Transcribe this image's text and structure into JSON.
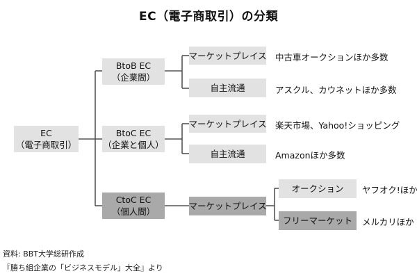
{
  "title": "EC（電子商取引）の分類",
  "root": {
    "line1": "EC",
    "line2": "（電子商取引）"
  },
  "categories": [
    {
      "line1": "BtoB EC",
      "line2": "（企業間）"
    },
    {
      "line1": "BtoC EC",
      "line2": "（企業と個人）"
    },
    {
      "line1": "CtoC EC",
      "line2": "（個人間）"
    }
  ],
  "channels": {
    "btob_marketplace": "マーケットプレイス",
    "btob_direct": "自主流通",
    "btoc_marketplace": "マーケットプレイス",
    "btoc_direct": "自主流通",
    "ctoc_marketplace": "マーケットプレイス"
  },
  "subtypes": {
    "auction": "オークション",
    "flea_market": "フリーマーケット"
  },
  "examples": {
    "btob_marketplace": "中古車オークションほか多数",
    "btob_direct": "アスクル、カウネットほか多数",
    "btoc_marketplace": "楽天市場、Yahoo!ショッピング",
    "btoc_direct": "Amazonほか多数",
    "auction": "ヤフオク!ほか",
    "flea_market": "メルカリほか"
  },
  "source": {
    "line1": "資料: BBT大学総研作成",
    "line2": "『勝ち組企業の「ビジネスモデル」大全』より"
  }
}
